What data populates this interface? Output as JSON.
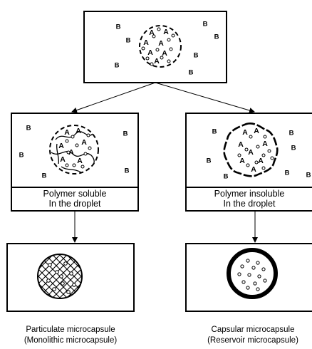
{
  "glyphs": {
    "b": "B",
    "a": "A"
  },
  "left_branch": {
    "condition_line1": "Polymer soluble",
    "condition_line2": "In the droplet",
    "caption_line1": "Particulate microcapsule",
    "caption_line2": "(Monolithic microcapsule)"
  },
  "right_branch": {
    "condition_line1": "Polymer insoluble",
    "condition_line2": "In the droplet",
    "caption_line1": "Capsular microcapsule",
    "caption_line2": "(Reservoir microcapsule)"
  }
}
